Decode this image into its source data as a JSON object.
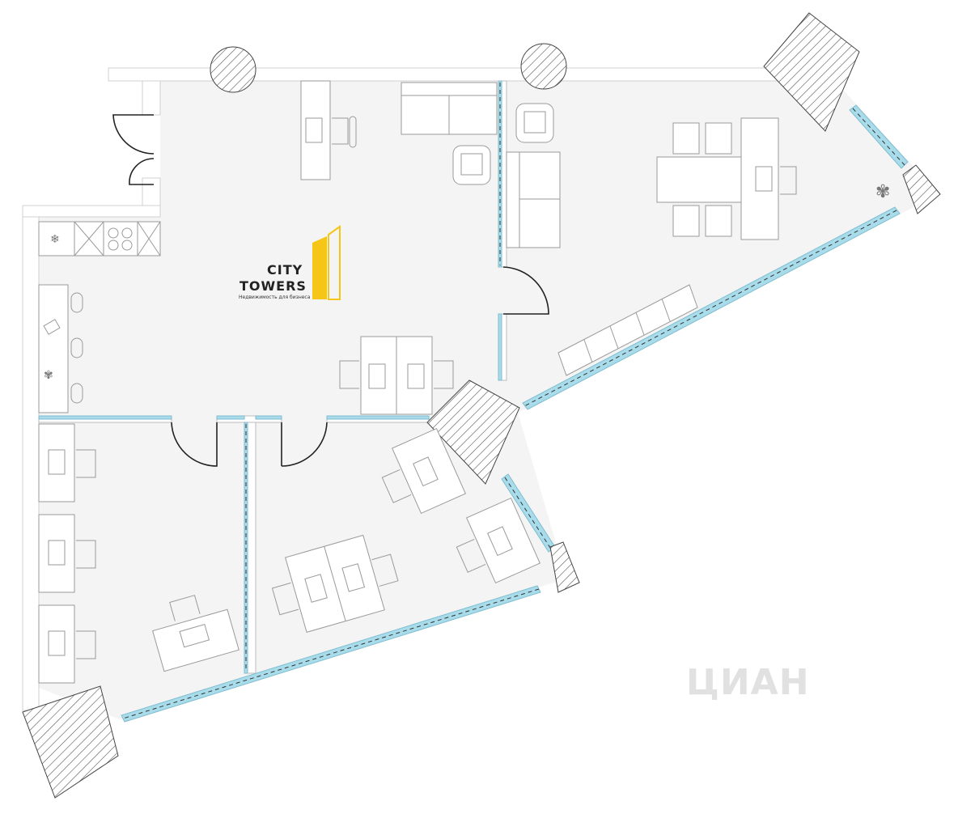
{
  "logo": {
    "line1": "CITY",
    "line2": "TOWERS",
    "tagline": "Недвижимость для бизнеса"
  },
  "watermark": {
    "text": "ЦИАН"
  },
  "colors": {
    "wall": "#ffffff",
    "wall_outline": "#dcdcdc",
    "floor": "#f4f4f4",
    "glazing": "#a8dcea",
    "furniture_stroke": "#9a9a9a",
    "logo_accent": "#f5c518"
  },
  "icons": [
    "snowflake-icon",
    "plant-icon",
    "column-icon",
    "door-icon",
    "desk-icon",
    "chair-icon",
    "sofa-icon",
    "stove-icon"
  ]
}
